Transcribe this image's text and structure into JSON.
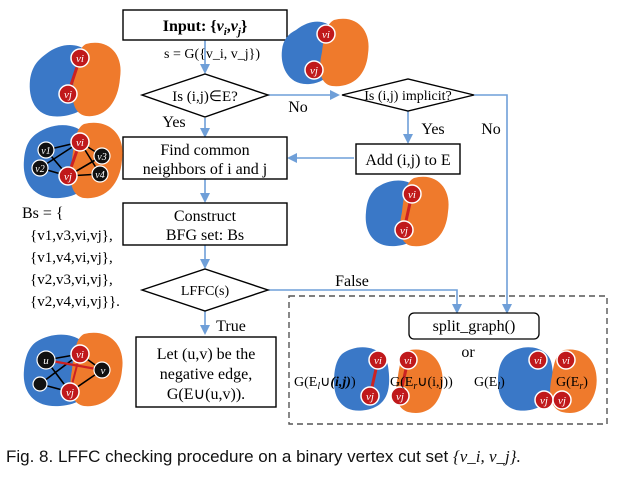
{
  "flow": {
    "input": {
      "prefix": "Input: {",
      "vi": "v",
      "vi_sub": "i",
      "comma": ",",
      "vj": "v",
      "vj_sub": "j",
      "suffix": "}"
    },
    "s_def": "s = G({v_i, v_j})",
    "is_in_E": "Is (i,j)∈E?",
    "is_implicit": "Is (i,j) implicit?",
    "find_common_l1": "Find common",
    "find_common_l2": "neighbors of i and j",
    "add_edge": "Add (i,j) to E",
    "construct_l1": "Construct",
    "construct_l2": "BFG set: Bs",
    "lffc": "LFFC(s)",
    "negative_l1": "Let (u,v) be the",
    "negative_l2": "negative edge,",
    "negative_l3": "G(E∪(u,v)).",
    "split": "split_graph()",
    "or": "or",
    "g_el_union": "G(E_l∪(i,j))",
    "g_er_union": "G(E_r∪(i,j))",
    "g_el": "G(E_l)",
    "g_er": "G(E_r)",
    "labels": {
      "yes1": "Yes",
      "no1": "No",
      "yes2": "Yes",
      "no2": "No",
      "false": "False",
      "true": "True"
    }
  },
  "bs_set": {
    "head": "Bs = {",
    "rows": [
      "{v1,v3,vi,vj},",
      "{v1,v4,vi,vj},",
      "{v2,v3,vi,vj},",
      "{v2,v4,vi,vj}}."
    ]
  },
  "graph_labels": {
    "vi": "vi",
    "vj": "vj",
    "v1": "v1",
    "v2": "v2",
    "v3": "v3",
    "v4": "v4",
    "u": "u",
    "v": "v"
  },
  "colors": {
    "blue": "#3a78c7",
    "orange": "#ef7a2c",
    "red_node": "#c0191b",
    "arrow": "#6f9fd8",
    "edge_red": "#cc2222"
  },
  "caption": {
    "prefix": "Fig. 8. LFFC checking procedure on a binary vertex cut set ",
    "set": "{v_i, v_j}."
  }
}
